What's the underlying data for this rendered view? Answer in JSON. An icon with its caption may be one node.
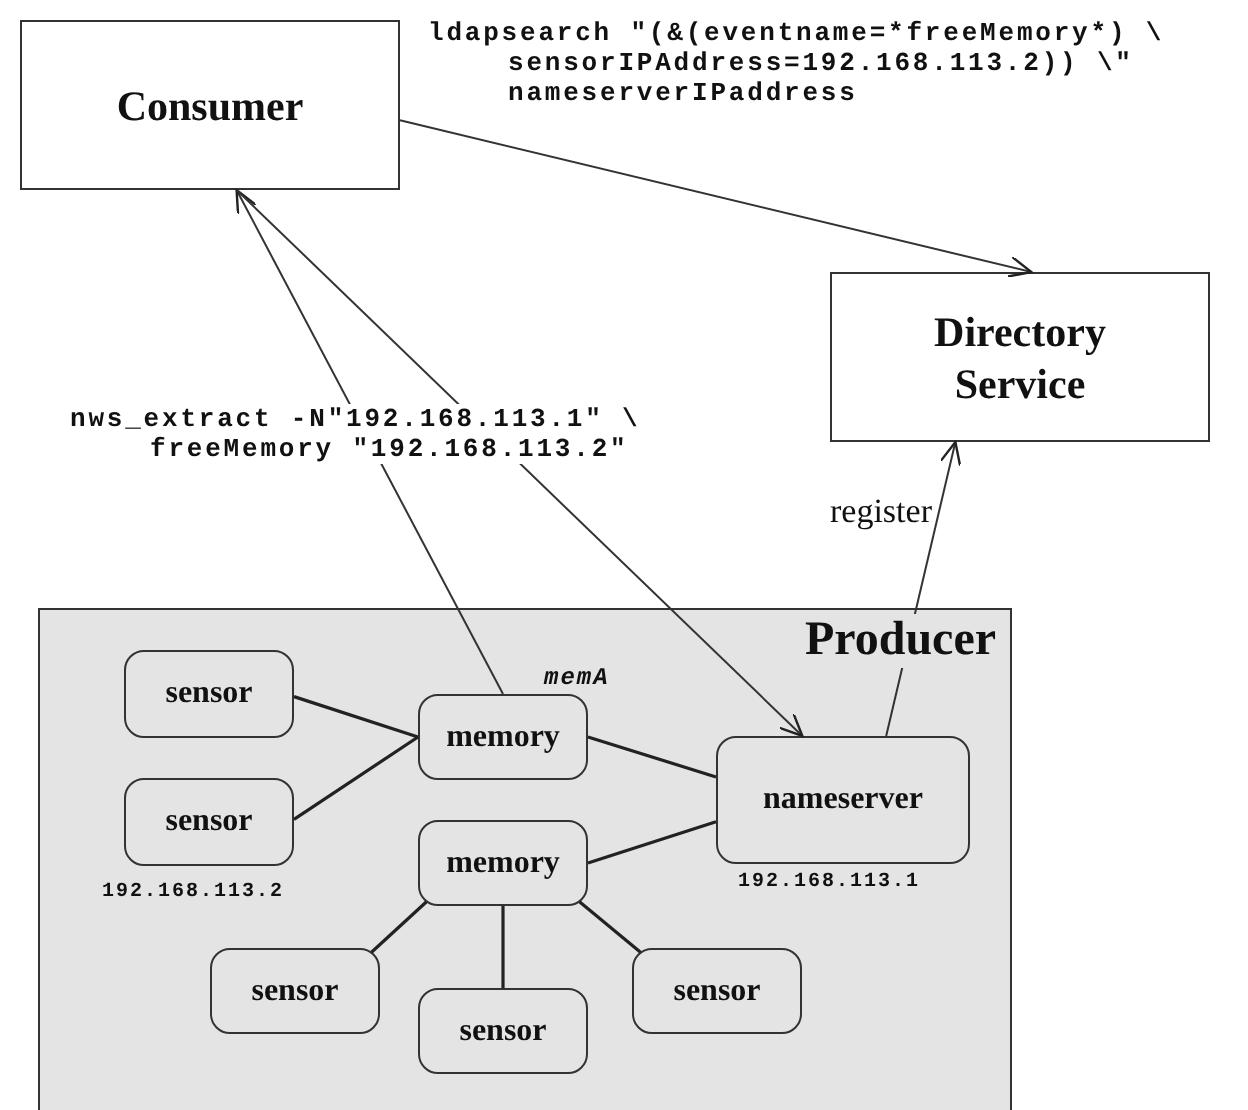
{
  "diagram": {
    "nodes": [
      {
        "text": [
          "Consumer"
        ]
      },
      {
        "text": [
          "Directory Service"
        ]
      },
      {
        "text": [
          "Producer"
        ]
      },
      {
        "text": [
          "sensor"
        ],
        "in": 2
      },
      {
        "text": [
          "sensor"
        ],
        "in": 2,
        "beside": [
          "192.168.113.2"
        ]
      },
      {
        "text": [
          "memory"
        ],
        "in": 2,
        "beside": [
          "memA"
        ]
      },
      {
        "text": [
          "nameserver"
        ],
        "in": 2,
        "beside": [
          "192.168.113.1"
        ]
      },
      {
        "text": [
          "memory"
        ],
        "in": 2
      },
      {
        "text": [
          "sensor"
        ],
        "in": 2
      },
      {
        "text": [
          "sensor"
        ],
        "in": 2
      },
      {
        "text": [
          "sensor"
        ],
        "in": 2
      }
    ],
    "edges": [
      {
        "from": 0,
        "to": 1,
        "arrow": "to"
      },
      {
        "from": 5,
        "to": 0,
        "arrow": "to"
      },
      {
        "from": 0,
        "to": 6,
        "arrow": "to"
      },
      {
        "from": 6,
        "to": 1,
        "arrow": "to",
        "label": "register"
      },
      {
        "from": 3,
        "to": 5,
        "arrow": "none"
      },
      {
        "from": 4,
        "to": 5,
        "arrow": "none"
      },
      {
        "from": 5,
        "to": 6,
        "arrow": "none"
      },
      {
        "from": 7,
        "to": 6,
        "arrow": "none"
      },
      {
        "from": 7,
        "to": 8,
        "arrow": "none"
      },
      {
        "from": 7,
        "to": 9,
        "arrow": "none"
      },
      {
        "from": 7,
        "to": 10,
        "arrow": "none"
      }
    ],
    "labels": [
      "ldapsearch \"(&(eventname=*freeMemory*) \\ sensorIPAddress=192.168.113.2)) \\\" nameserverIPaddress",
      "nws_extract -N\"192.168.113.1\" \\ freeMemory \"192.168.113.2\""
    ]
  }
}
